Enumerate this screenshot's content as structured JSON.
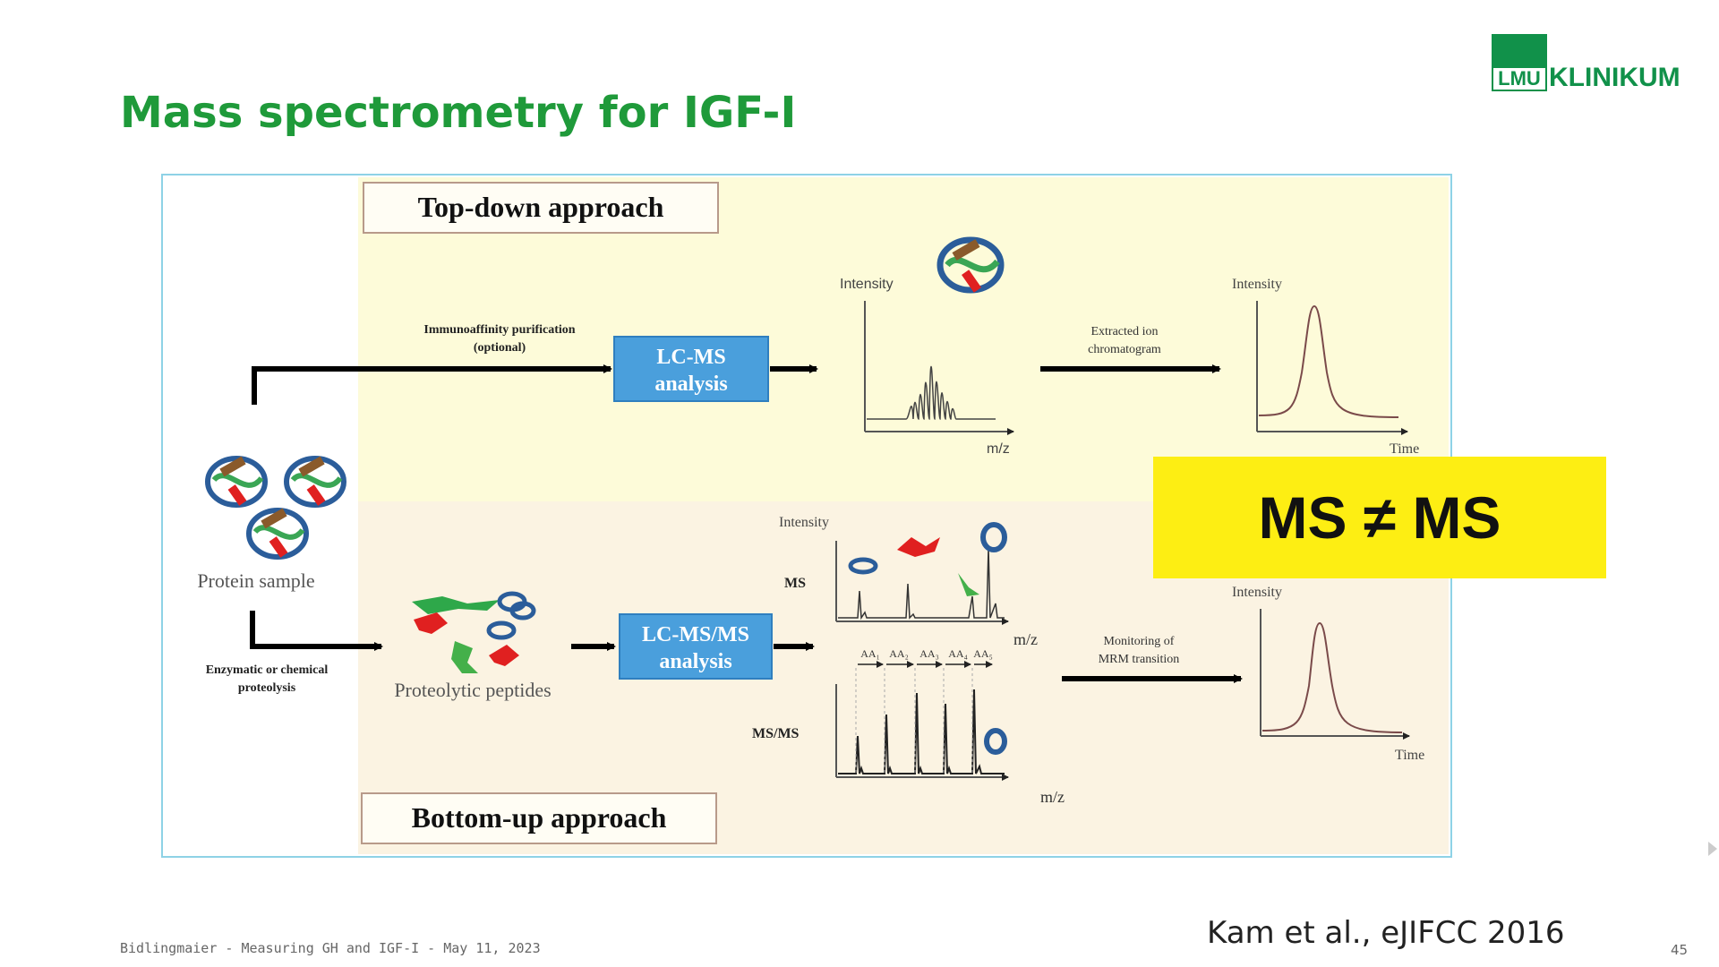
{
  "slide": {
    "title": "Mass spectrometry for IGF-I",
    "citation": "Kam et al., eJIFCC 2016",
    "footer": "Bidlingmaier - Measuring GH and IGF-I - May 11, 2023",
    "page_number": "45"
  },
  "logo": {
    "mark": "LMU",
    "text": "KLINIKUM",
    "color": "#11914a"
  },
  "callout": {
    "text": "MS ≠ MS",
    "color": "#fdee13"
  },
  "figure": {
    "top_down": {
      "heading": "Top-down approach",
      "step_label_1": "Immunoaffinity purification",
      "step_label_2": "(optional)",
      "instrument_1": "LC-MS",
      "instrument_2": "analysis",
      "spectrum_y": "Intensity",
      "spectrum_x": "m/z",
      "xic_label_1": "Extracted ion",
      "xic_label_2": "chromatogram",
      "chrom_y": "Intensity",
      "chrom_x": "Time",
      "bg": "#fdfbd9"
    },
    "bottom_up": {
      "heading": "Bottom-up approach",
      "digest_label_1": "Enzymatic or chemical",
      "digest_label_2": "proteolysis",
      "peptides_label": "Proteolytic peptides",
      "instrument_1": "LC-MS/MS",
      "instrument_2": "analysis",
      "spectrum_y": "Intensity",
      "ms_label": "MS",
      "msms_label": "MS/MS",
      "mz_label_1": "m/z",
      "mz_label_2": "m/z",
      "fragment_labels": [
        "AA₁",
        "AA₂",
        "AA₃",
        "AA₄",
        "AA₅"
      ],
      "mrm_label_1": "Monitoring of",
      "mrm_label_2": "MRM transition",
      "chrom_y": "Intensity",
      "chrom_x": "Time",
      "bg": "#fbf3e2"
    },
    "protein_sample_label": "Protein sample",
    "box_color": "#4a9fdc"
  }
}
